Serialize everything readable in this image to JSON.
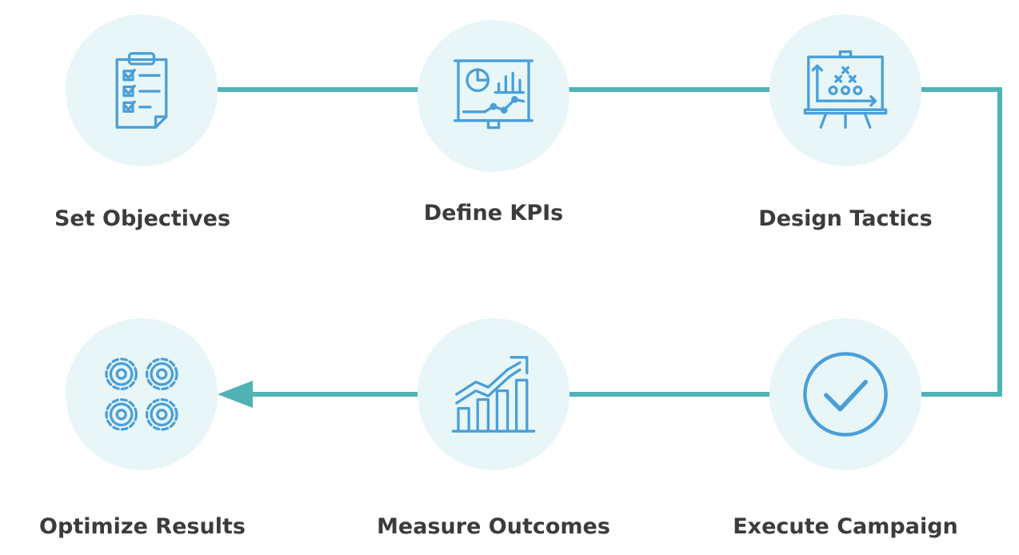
{
  "steps": [
    {
      "label": "Set Objectives",
      "icon": "clipboard-checklist-icon"
    },
    {
      "label": "Define KPIs",
      "icon": "presentation-chart-icon"
    },
    {
      "label": "Design Tactics",
      "icon": "tactics-board-icon"
    },
    {
      "label": "Execute Campaign",
      "icon": "check-circle-icon"
    },
    {
      "label": "Measure Outcomes",
      "icon": "growth-bar-chart-icon"
    },
    {
      "label": "Optimize Results",
      "icon": "gears-icon"
    }
  ],
  "colors": {
    "connector": "#4fb3b6",
    "circle": "#e8f6f8",
    "icon": "#4a9fd8",
    "text": "#3c3c3c"
  }
}
